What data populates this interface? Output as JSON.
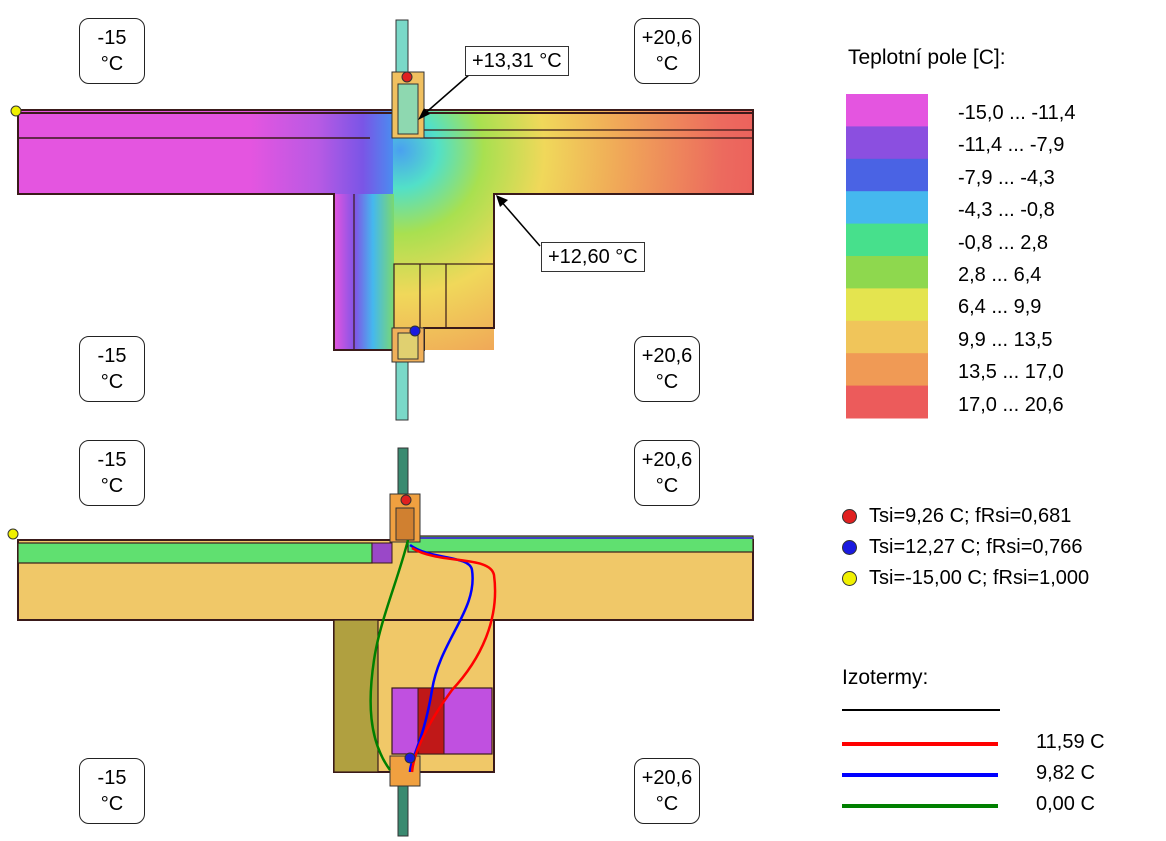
{
  "temps": {
    "exterior": [
      "-15",
      "°C"
    ],
    "interior": [
      "+20,6",
      "°C"
    ]
  },
  "callouts": {
    "upper": "+13,31 °C",
    "lower": "+12,60 °C"
  },
  "legend": {
    "title": "Teplotní pole [C]:",
    "ranges": [
      "-15,0 ... -11,4",
      "-11,4 ... -7,9",
      "-7,9 ... -4,3",
      "-4,3 ... -0,8",
      "-0,8 ... 2,8",
      "2,8 ... 6,4",
      "6,4 ... 9,9",
      "9,9 ... 13,5",
      "13,5 ... 17,0",
      "17,0 ... 20,6"
    ],
    "colors": [
      "#e455e0",
      "#8b4fe0",
      "#4a63e4",
      "#45b8ee",
      "#47e08c",
      "#8ed84e",
      "#e4e44f",
      "#f0c55a",
      "#f09a55",
      "#ec5b5b"
    ]
  },
  "points": [
    {
      "label": "Tsi=9,26 C; fRsi=0,681",
      "color": "#e02020"
    },
    {
      "label": "Tsi=12,27 C; fRsi=0,766",
      "color": "#1a1ae0"
    },
    {
      "label": "Tsi=-15,00 C; fRsi=1,000",
      "color": "#f0f000"
    }
  ],
  "isotherms": {
    "title": "Izotermy:",
    "lines": [
      {
        "label": "11,59 C",
        "color": "#ff0000"
      },
      {
        "label": "9,82 C",
        "color": "#0000ff"
      },
      {
        "label": "0,00 C",
        "color": "#008000"
      }
    ]
  }
}
